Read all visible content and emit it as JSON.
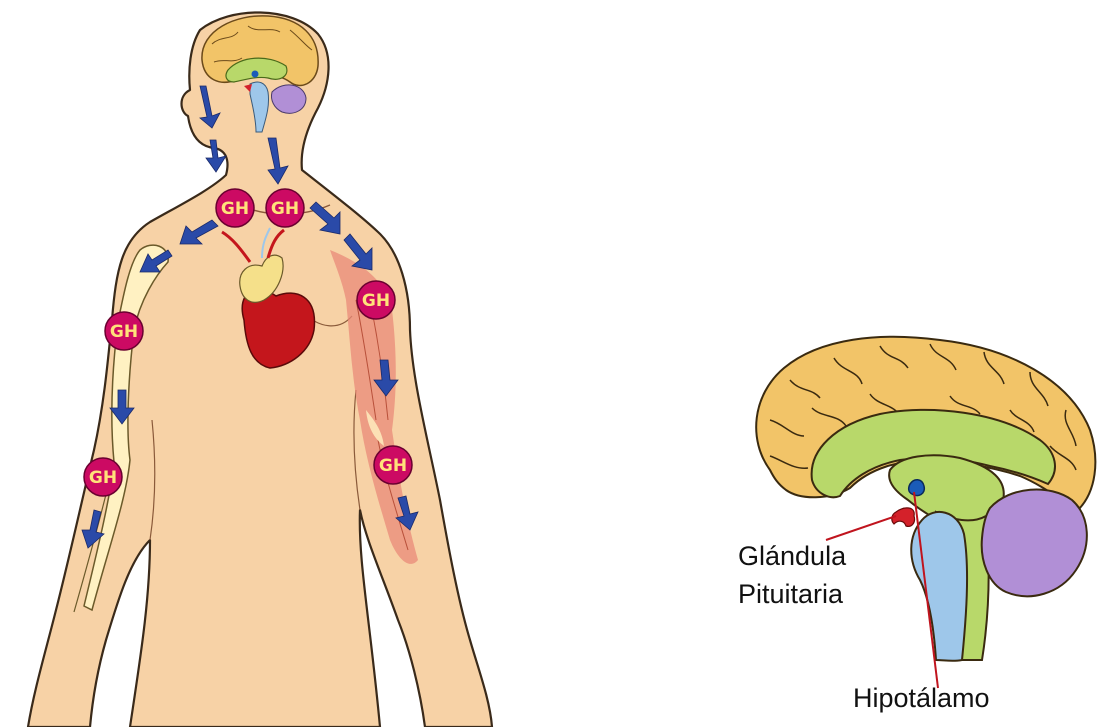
{
  "badge_text": "GH",
  "labels": {
    "pituitary_line1": "Glándula",
    "pituitary_line2": "Pituitaria",
    "hypothalamus": "Hipotálamo"
  },
  "colors": {
    "skin": "#f7d2a6",
    "skin_outline": "#3a2a1a",
    "arrow": "#2a4aa8",
    "badge": "#cc0a63",
    "badge_text": "#ffe27a",
    "heart": "#c4161c",
    "cerebrum": "#f2c468",
    "limbic": "#b8d86a",
    "brainstem": "#9ec7ea",
    "cerebellum": "#b18fd6",
    "pituitary": "#d4212a",
    "hypothalamus": "#1a5bb8",
    "bone": "#fff1c2",
    "muscle": "#e98a78",
    "pointer_line": "#c0141e"
  }
}
